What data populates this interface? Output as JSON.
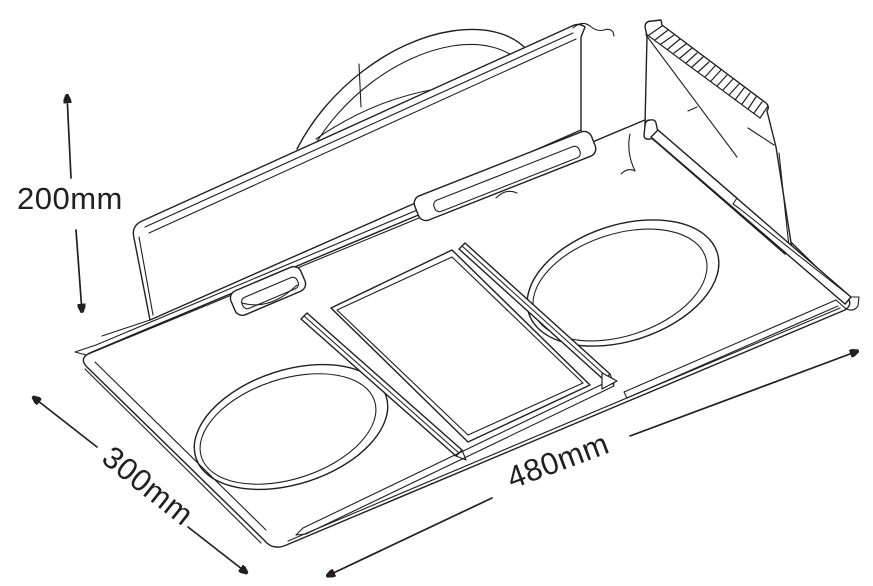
{
  "drawing": {
    "subject": "ceiling heater exhaust unit line drawing",
    "colors": {
      "line": "#231f20",
      "background": "#ffffff"
    },
    "dimensions": {
      "height": {
        "label": "200mm",
        "value_mm": 200
      },
      "depth": {
        "label": "300mm",
        "value_mm": 300
      },
      "width": {
        "label": "480mm",
        "value_mm": 480
      }
    }
  }
}
